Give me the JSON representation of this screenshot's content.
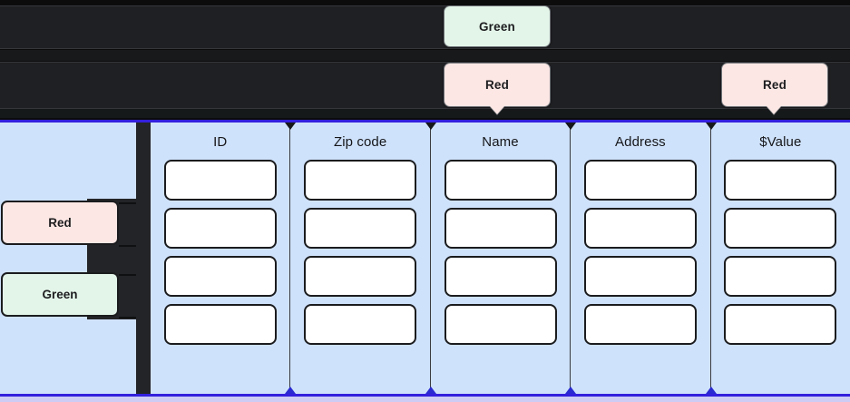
{
  "app": {
    "background_color": "#0c0c0d",
    "panel_color": "#cfe2fb",
    "accent_rule_color": "#3320dd",
    "green_chip_color": "#e3f5e9",
    "red_chip_color": "#fce7e4"
  },
  "top_tooltips": [
    {
      "label": "Green",
      "variant": "green"
    },
    {
      "label": "Red",
      "variant": "red"
    },
    {
      "label": "Red",
      "variant": "red"
    }
  ],
  "sidebar": {
    "chips": [
      {
        "label": "Red",
        "variant": "red"
      },
      {
        "label": "Green",
        "variant": "green"
      }
    ]
  },
  "table": {
    "columns": [
      {
        "header": "ID",
        "cells": [
          "",
          "",
          "",
          ""
        ]
      },
      {
        "header": "Zip code",
        "cells": [
          "",
          "",
          "",
          ""
        ]
      },
      {
        "header": "Name",
        "cells": [
          "",
          "",
          "",
          ""
        ]
      },
      {
        "header": "Address",
        "cells": [
          "",
          "",
          "",
          ""
        ]
      },
      {
        "header": "$Value",
        "cells": [
          "",
          "",
          "",
          ""
        ]
      }
    ],
    "row_count": 4
  }
}
